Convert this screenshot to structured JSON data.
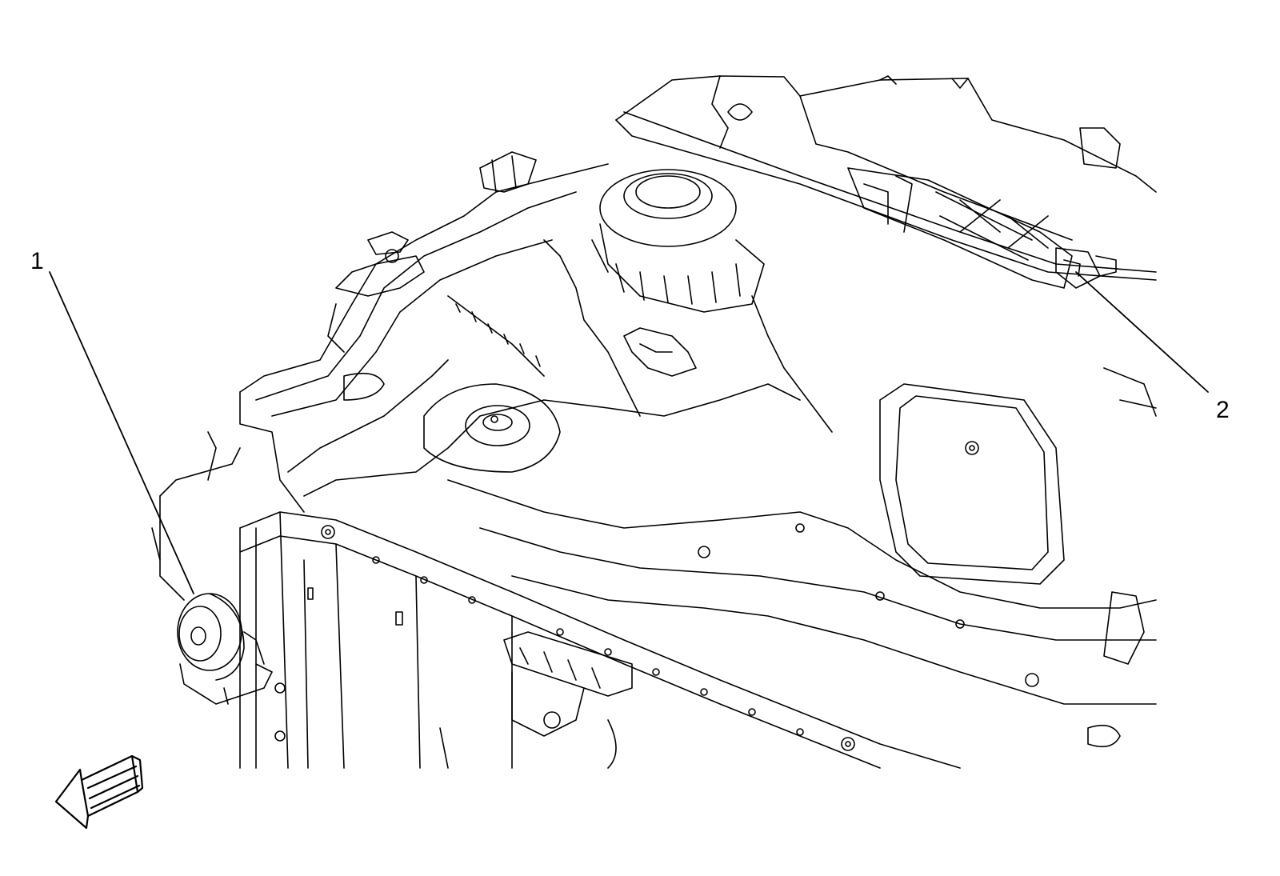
{
  "callouts": [
    {
      "id": "1",
      "label": "1"
    },
    {
      "id": "2",
      "label": "2"
    }
  ],
  "icons": {
    "direction_arrow": "vehicle-front-arrow-icon"
  },
  "colors": {
    "line": "#000000",
    "background": "#ffffff"
  }
}
